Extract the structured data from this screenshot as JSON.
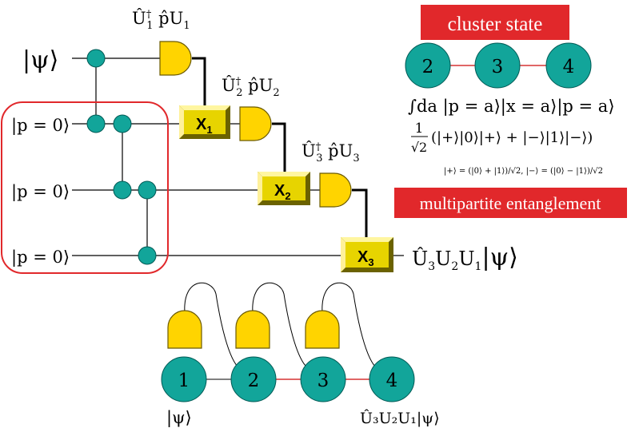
{
  "colors": {
    "node_fill": "#12a59a",
    "node_stroke": "#005a55",
    "detector_fill": "#ffd400",
    "detector_stroke": "#6b5a00",
    "gate_fill": "#e7d400",
    "gate_dark": "#6b6200",
    "banner_red": "#e1282b",
    "frame_red": "#e1282b",
    "wire": "#000000",
    "bond_red": "#d63434"
  },
  "icons": {
    "detector": "detector-icon",
    "gate": "correction-gate-icon"
  },
  "circuit": {
    "input_state": "|ψ⟩",
    "ancilla_states": [
      "|p = 0⟩",
      "|p = 0⟩",
      "|p = 0⟩"
    ],
    "measurement_labels": [
      {
        "op": "Û",
        "sup": "†",
        "sub": "1",
        "rest": " p̂U",
        "rest_sub": "1"
      },
      {
        "op": "Û",
        "sup": "†",
        "sub": "2",
        "rest": " p̂U",
        "rest_sub": "2"
      },
      {
        "op": "Û",
        "sup": "†",
        "sub": "3",
        "rest": " p̂U",
        "rest_sub": "3"
      }
    ],
    "gates": [
      {
        "base": "X",
        "sub": "1"
      },
      {
        "base": "X",
        "sub": "2"
      },
      {
        "base": "X",
        "sub": "3"
      }
    ],
    "output_state": {
      "u3": "Û",
      "u3_sub": "3",
      "u2": "U",
      "u2_sub": "2",
      "u1": "U",
      "u1_sub": "1",
      "ket": "|ψ⟩"
    }
  },
  "cluster_panel": {
    "title": "cluster state",
    "nodes": [
      "2",
      "3",
      "4"
    ],
    "integral_formula": "∫da |p = a⟩|x = a⟩|p = a⟩",
    "fraction_num": "1",
    "fraction_den": "√2",
    "superposition": "(|+⟩|0⟩|+⟩ + |−⟩|1⟩|−⟩)",
    "definitions": "|+⟩ = (|0⟩ + |1⟩)/√2,  |−⟩ = (|0⟩ − |1⟩)/√2",
    "footer": "multipartite entanglement"
  },
  "one_way": {
    "nodes": [
      "1",
      "2",
      "3",
      "4"
    ],
    "input_label": "|ψ⟩",
    "output_label": "Û₃U₂U₁|ψ⟩"
  }
}
